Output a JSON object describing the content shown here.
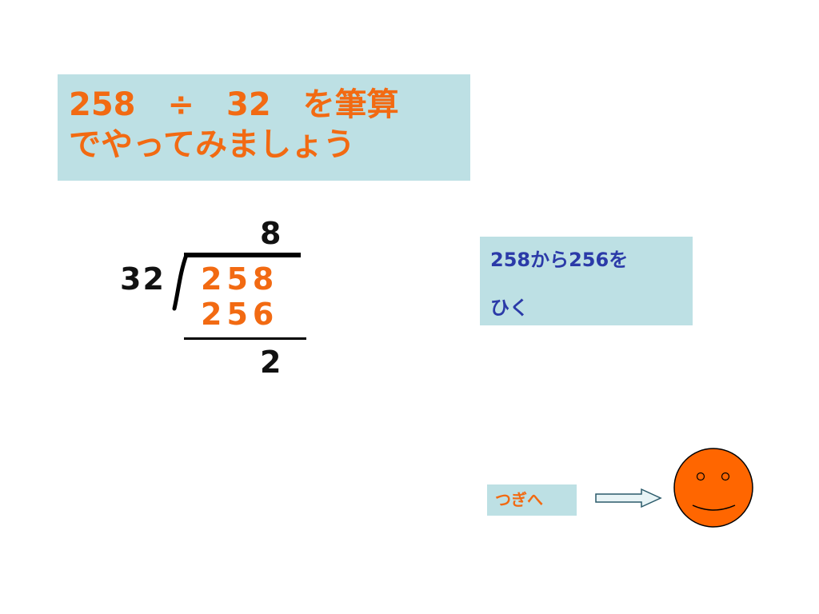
{
  "title": {
    "line1": "258　÷　32　を筆算",
    "line2": "でやってみましょう"
  },
  "division": {
    "quotient": "8",
    "divisor": "32",
    "dividend": "258",
    "product": "256",
    "remainder": "2"
  },
  "note": {
    "line1": "258から256を",
    "line2": "ひく"
  },
  "navigation": {
    "next_label": "つぎへ",
    "arrow_icon": "right-arrow-icon",
    "smiley_icon": "smiley-face-icon"
  },
  "colors": {
    "accent_orange": "#f26a12",
    "box_background": "#bde0e4",
    "note_text": "#2b3aa8",
    "smiley_fill": "#ff6600"
  }
}
